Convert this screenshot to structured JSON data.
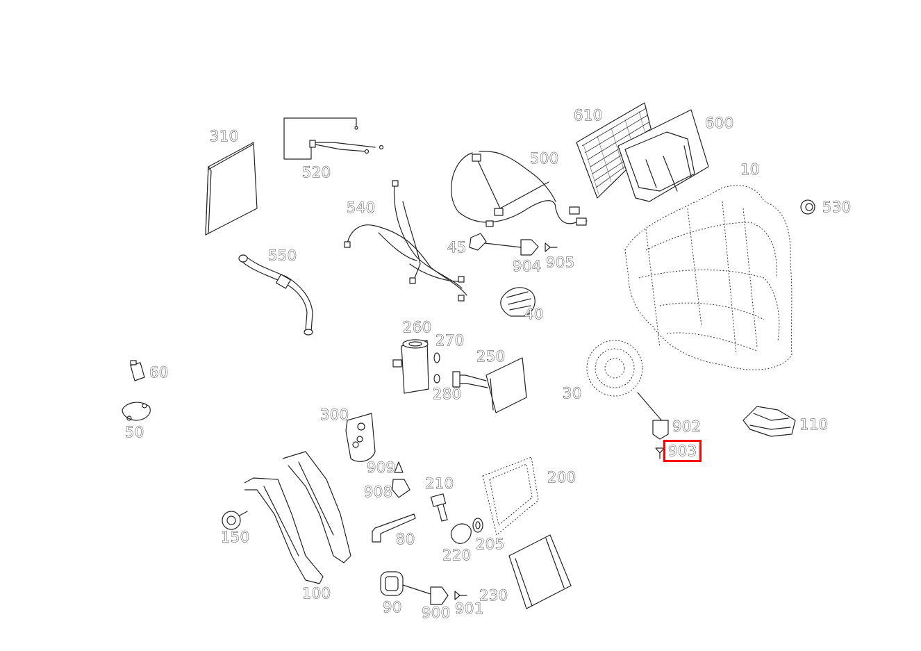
{
  "diagram": {
    "labels": [
      {
        "id": "310",
        "text": "310"
      },
      {
        "id": "520",
        "text": "520"
      },
      {
        "id": "610",
        "text": "610"
      },
      {
        "id": "600",
        "text": "600"
      },
      {
        "id": "500",
        "text": "500"
      },
      {
        "id": "10",
        "text": "10"
      },
      {
        "id": "530",
        "text": "530"
      },
      {
        "id": "540",
        "text": "540"
      },
      {
        "id": "550",
        "text": "550"
      },
      {
        "id": "45",
        "text": "45"
      },
      {
        "id": "904",
        "text": "904"
      },
      {
        "id": "905",
        "text": "905"
      },
      {
        "id": "40",
        "text": "40"
      },
      {
        "id": "260",
        "text": "260"
      },
      {
        "id": "270",
        "text": "270"
      },
      {
        "id": "250",
        "text": "250"
      },
      {
        "id": "280",
        "text": "280"
      },
      {
        "id": "60",
        "text": "60"
      },
      {
        "id": "50",
        "text": "50"
      },
      {
        "id": "30",
        "text": "30"
      },
      {
        "id": "902",
        "text": "902"
      },
      {
        "id": "903",
        "text": "903"
      },
      {
        "id": "110",
        "text": "110"
      },
      {
        "id": "300",
        "text": "300"
      },
      {
        "id": "909",
        "text": "909"
      },
      {
        "id": "908",
        "text": "908"
      },
      {
        "id": "210",
        "text": "210"
      },
      {
        "id": "200",
        "text": "200"
      },
      {
        "id": "150",
        "text": "150"
      },
      {
        "id": "80",
        "text": "80"
      },
      {
        "id": "220",
        "text": "220"
      },
      {
        "id": "205",
        "text": "205"
      },
      {
        "id": "100",
        "text": "100"
      },
      {
        "id": "90",
        "text": "90"
      },
      {
        "id": "900",
        "text": "900"
      },
      {
        "id": "901",
        "text": "901"
      },
      {
        "id": "230",
        "text": "230"
      }
    ],
    "highlighted": "903",
    "highlight_color": "#ff0000",
    "line_color": "#222222"
  }
}
